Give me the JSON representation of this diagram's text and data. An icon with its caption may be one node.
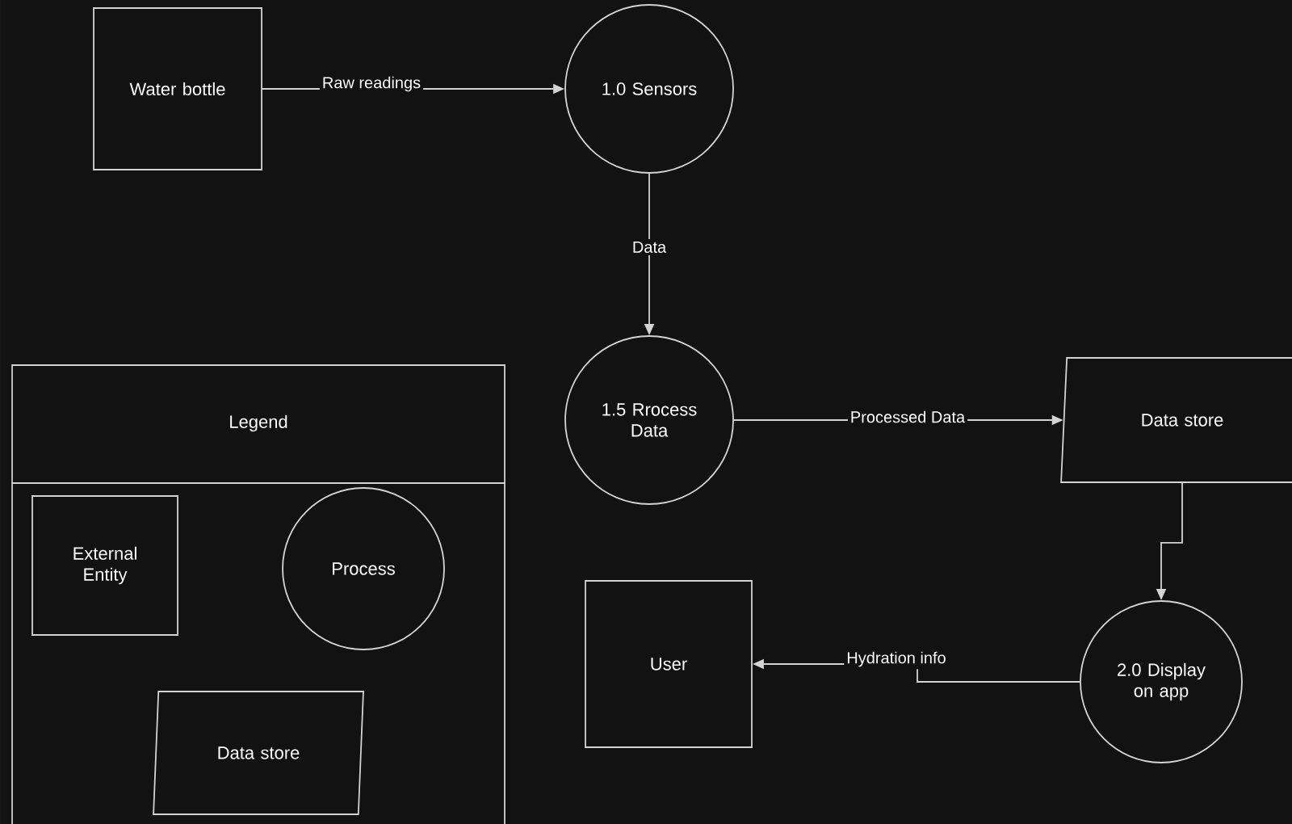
{
  "diagram": {
    "nodes": [
      {
        "text": [
          "Water bottle"
        ]
      },
      {
        "text": [
          "1.0 Sensors"
        ]
      },
      {
        "text": [
          "1.5 Rrocess Data"
        ]
      },
      {
        "text": [
          "Data store"
        ]
      },
      {
        "text": [
          "User"
        ]
      },
      {
        "text": [
          "2.0 Display on app"
        ]
      },
      {
        "text": [
          "Legend"
        ]
      },
      {
        "text": [
          "External Entity"
        ],
        "in": 6
      },
      {
        "text": [
          "Process"
        ],
        "in": 6
      },
      {
        "text": [
          "Data store"
        ],
        "in": 6
      }
    ],
    "edges": [
      {
        "from": 0,
        "to": 1,
        "arrow": "to",
        "label": "Raw readings"
      },
      {
        "from": 1,
        "to": 2,
        "arrow": "to",
        "label": "Data"
      },
      {
        "from": 2,
        "to": 3,
        "arrow": "to",
        "label": "Processed Data"
      },
      {
        "from": 3,
        "to": 5,
        "arrow": "to"
      },
      {
        "from": 5,
        "to": 4,
        "arrow": "to",
        "label": "Hydration info"
      }
    ]
  }
}
